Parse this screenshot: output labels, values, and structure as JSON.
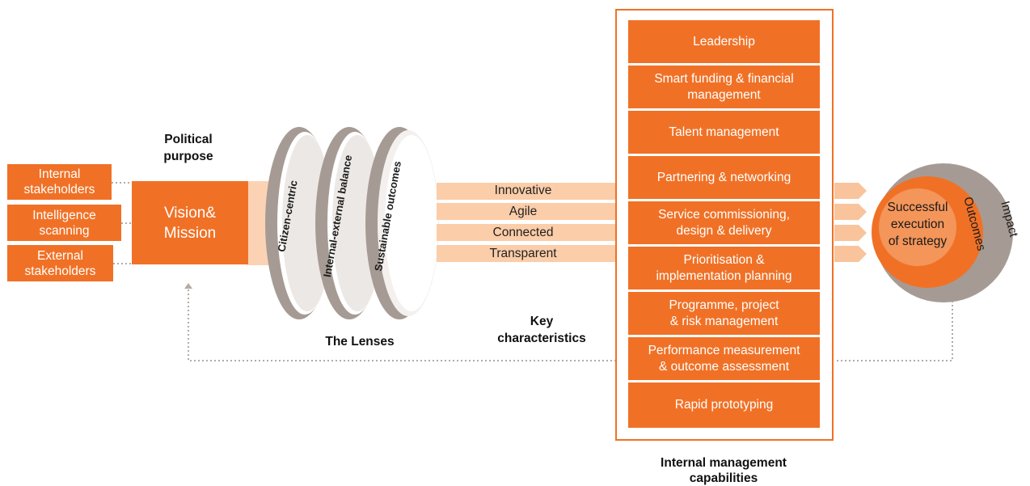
{
  "stakeholders": [
    {
      "label": "Internal\nstakeholders"
    },
    {
      "label": "Intelligence\nscanning"
    },
    {
      "label": "External\nstakeholders"
    }
  ],
  "political_purpose": "Political\npurpose",
  "vision": {
    "label": "Vision&\nMission"
  },
  "lenses": {
    "title": "The Lenses",
    "items": [
      "Citizen-centric",
      "Internal-external balance",
      "Sustainable outcomes"
    ]
  },
  "characteristics": {
    "title": "Key\ncharacteristics",
    "items": [
      "Innovative",
      "Agile",
      "Connected",
      "Transparent"
    ]
  },
  "capabilities": {
    "title": "Internal management\ncapabilities",
    "items": [
      "Leadership",
      "Smart funding & financial\nmanagement",
      "Talent management",
      "Partnering & networking",
      "Service commissioning,\ndesign & delivery",
      "Prioritisation &\nimplementation planning",
      "Programme, project\n& risk management",
      "Performance measurement\n& outcome assessment",
      "Rapid prototyping"
    ]
  },
  "outcome_circle": {
    "inner": "Successful\nexecution\nof strategy",
    "middle": "Outcomes",
    "outer": "Impact"
  },
  "colors": {
    "orange": "#f07126",
    "light_orange": "#f9c49c",
    "gray": "#a69b94",
    "dotted": "#b5aba5"
  }
}
